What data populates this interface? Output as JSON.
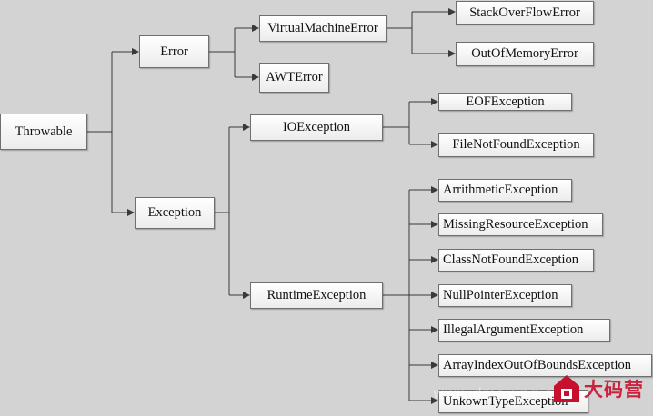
{
  "nodes": {
    "throwable": "Throwable",
    "error": "Error",
    "exception": "Exception",
    "virtual_machine_error": "VirtualMachineError",
    "awt_error": "AWTError",
    "stack_overflow_error": "StackOverFlowError",
    "out_of_memory_error": "OutOfMemoryError",
    "io_exception": "IOException",
    "runtime_exception": "RuntimeException",
    "eof_exception": "EOFException",
    "file_not_found_exception": "FileNotFoundException",
    "arrithmetic_exception": "ArrithmeticException",
    "missing_resource_exception": "MissingResourceException",
    "class_not_found_exception": "ClassNotFoundException",
    "null_pointer_exception": "NullPointerException",
    "illegal_argument_exception": "IllegalArgumentException",
    "array_index_out_of_bounds_exception": "ArrayIndexOutOfBoundsException",
    "unkown_type_exception": "UnkownTypeException"
  },
  "watermark": {
    "brand": "大码营",
    "url": "www.dmaying.com"
  },
  "colors": {
    "background": "#d3d3d3",
    "connector": "#3a3a3a",
    "watermark": "#c8102e"
  }
}
